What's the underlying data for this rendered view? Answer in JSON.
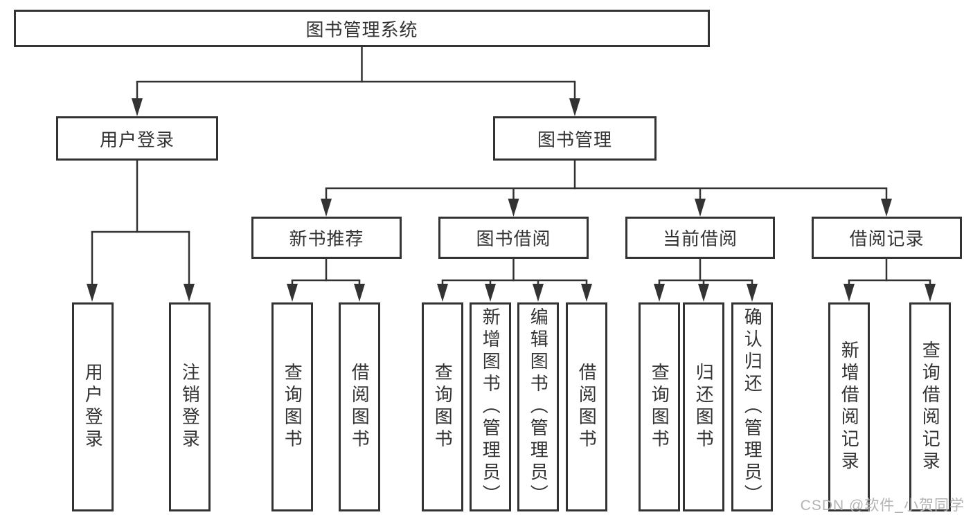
{
  "tree": {
    "label": "图书管理系统",
    "children": [
      {
        "label": "用户登录",
        "children": [
          {
            "label": "用户登录"
          },
          {
            "label": "注销登录"
          }
        ]
      },
      {
        "label": "图书管理",
        "children": [
          {
            "label": "新书推荐",
            "children": [
              {
                "label": "查询图书"
              },
              {
                "label": "借阅图书"
              }
            ]
          },
          {
            "label": "图书借阅",
            "children": [
              {
                "label": "查询图书"
              },
              {
                "label": "新增图书（管理员）"
              },
              {
                "label": "编辑图书（管理员）"
              },
              {
                "label": "借阅图书"
              }
            ]
          },
          {
            "label": "当前借阅",
            "children": [
              {
                "label": "查询图书"
              },
              {
                "label": "归还图书"
              },
              {
                "label": "确认归还（管理员）"
              }
            ]
          },
          {
            "label": "借阅记录",
            "children": [
              {
                "label": "新增借阅记录"
              },
              {
                "label": "查询借阅记录"
              }
            ]
          }
        ]
      }
    ]
  },
  "watermark": {
    "text": "CSDN @软件_小贺同学"
  },
  "colors": {
    "line": "#333333",
    "text": "#333333",
    "box_background": "#ffffff",
    "watermark": "#b3b3b3",
    "page_background": "#ffffff"
  }
}
